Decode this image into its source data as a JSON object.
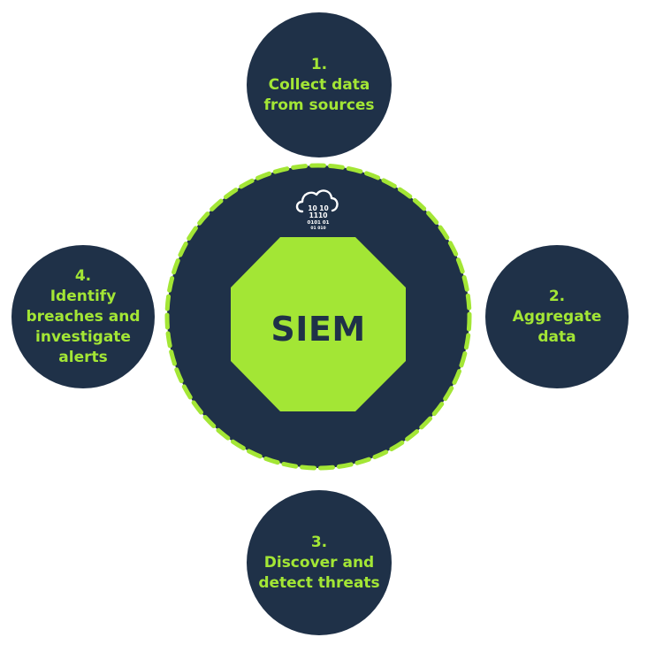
{
  "center": {
    "label": "SIEM",
    "icon": "cloud-data-icon",
    "icon_text": [
      "10 10",
      "1110",
      "0101 01",
      "01 010"
    ]
  },
  "steps": [
    {
      "id": "collect",
      "number": "1.",
      "lines": [
        "Collect data",
        "from sources"
      ]
    },
    {
      "id": "aggregate",
      "number": "2.",
      "lines": [
        "Aggregate",
        "data"
      ]
    },
    {
      "id": "discover",
      "number": "3.",
      "lines": [
        "Discover and",
        "detect threats"
      ]
    },
    {
      "id": "identify",
      "number": "4.",
      "lines": [
        "Identify",
        "breaches and",
        "investigate",
        "alerts"
      ]
    }
  ],
  "colors": {
    "navy": "#1f3148",
    "green": "#a3e635",
    "background": "#ffffff"
  }
}
